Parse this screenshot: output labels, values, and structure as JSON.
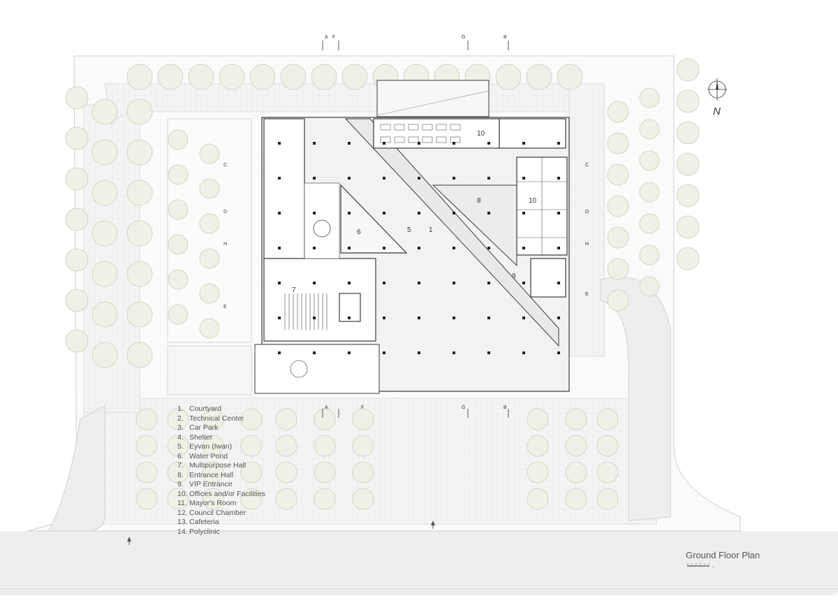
{
  "drawing": {
    "title": "Ground Floor Plan",
    "north_label": "N",
    "scale_ticks": [
      "0",
      "1",
      "2",
      "3",
      "4",
      "5"
    ],
    "scale_unit": "m"
  },
  "legend": [
    {
      "num": "1.",
      "label": "Courtyard"
    },
    {
      "num": "2.",
      "label": "Technical Center"
    },
    {
      "num": "3.",
      "label": "Car Park"
    },
    {
      "num": "4.",
      "label": "Shelter"
    },
    {
      "num": "5.",
      "label": "Eyvan (Iwan)"
    },
    {
      "num": "6.",
      "label": "Water Pond"
    },
    {
      "num": "7.",
      "label": "Multipurpose Hall"
    },
    {
      "num": "8.",
      "label": "Entrance Hall"
    },
    {
      "num": "9.",
      "label": "VIP Entrance"
    },
    {
      "num": "10.",
      "label": "Offices and/or Facilities"
    },
    {
      "num": "11.",
      "label": "Mayor's Room"
    },
    {
      "num": "12.",
      "label": "Council Chamber"
    },
    {
      "num": "13.",
      "label": "Cafeteria"
    },
    {
      "num": "14.",
      "label": "Polyclinic"
    }
  ],
  "room_numbers": {
    "r1": "1",
    "r5": "5",
    "r6": "6",
    "r7": "7",
    "r8": "8",
    "r9": "9",
    "r10a": "10",
    "r10b": "10"
  },
  "section_markers": {
    "top_a": "A",
    "top_f": "F",
    "top_g": "G",
    "top_b": "B",
    "bot_a": "A",
    "bot_f": "F",
    "bot_g": "G",
    "bot_b": "B",
    "left_c": "C",
    "left_d": "D",
    "left_h": "H",
    "left_e": "E",
    "right_c": "C",
    "right_d": "D",
    "right_h": "H",
    "right_e": "E"
  },
  "colors": {
    "tree_fill": "#eef1e6",
    "tree_stroke": "#c9cdbf",
    "line": "#3a3a3a",
    "light_line": "#c8c8c8",
    "road": "#eeeeee",
    "pond": "#f6f7f6",
    "text": "#555555"
  }
}
